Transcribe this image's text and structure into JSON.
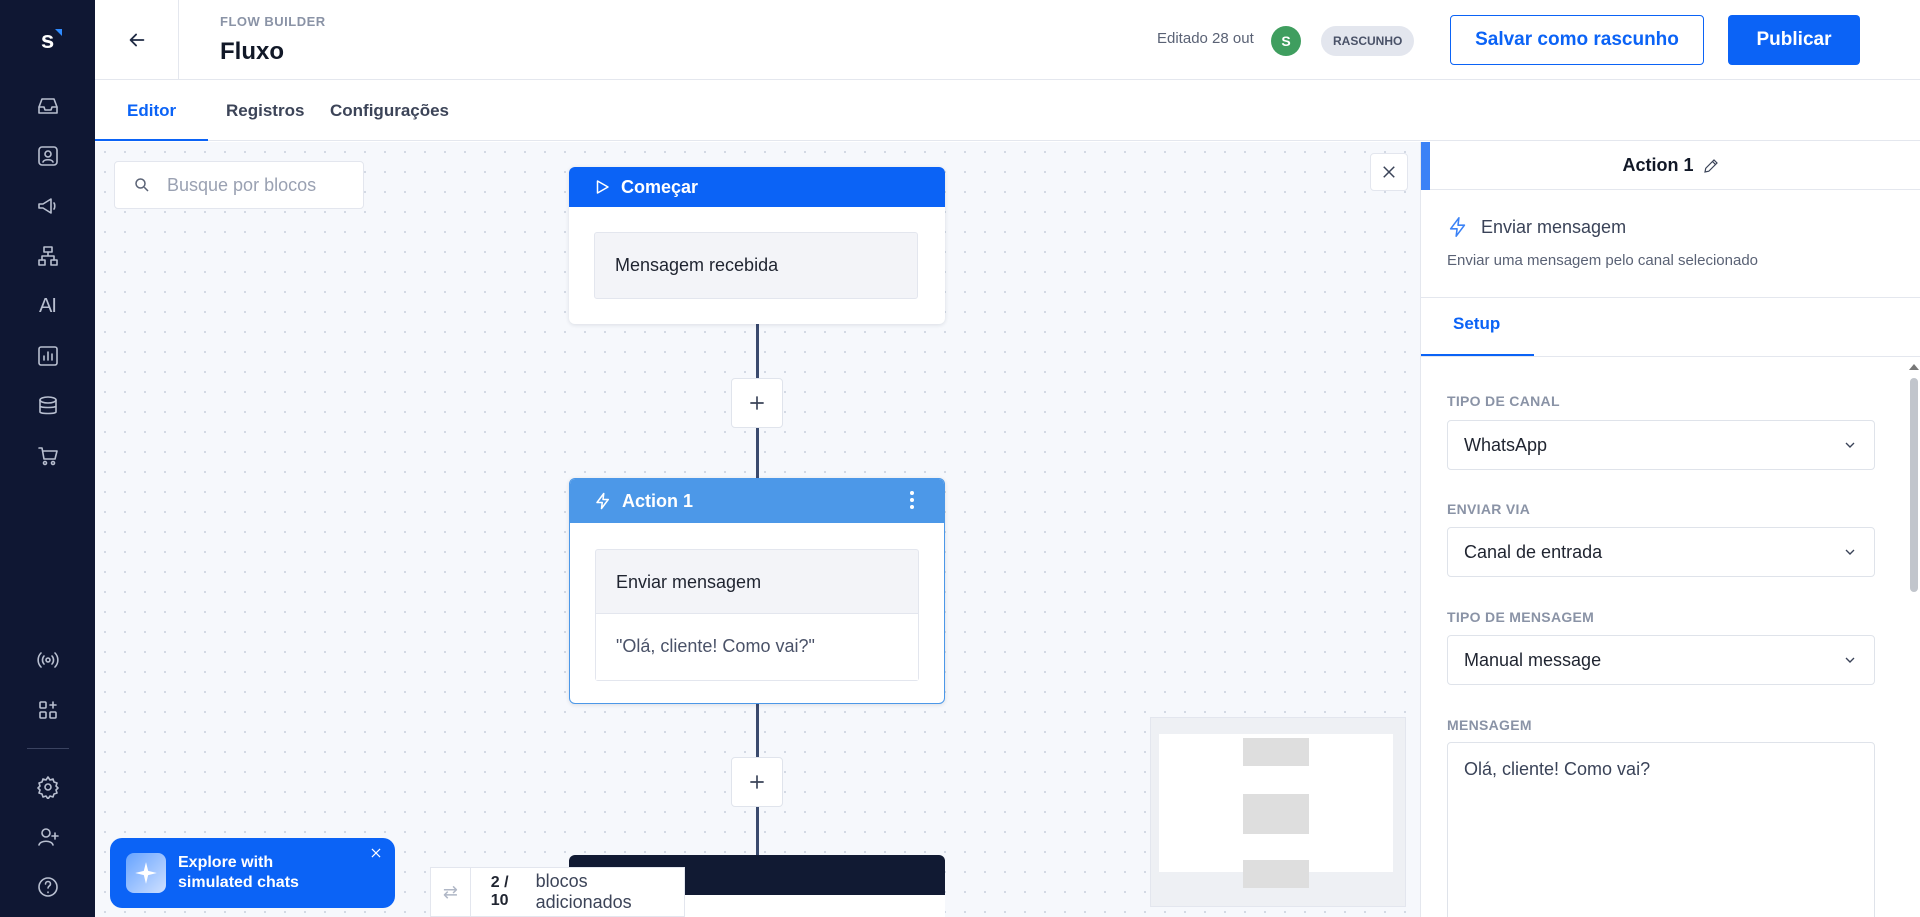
{
  "header": {
    "overline": "FLOW BUILDER",
    "title": "Fluxo",
    "edited": "Editado 28 out",
    "avatar_initial": "S",
    "status_badge": "RASCUNHO",
    "save_draft_label": "Salvar como rascunho",
    "publish_label": "Publicar"
  },
  "tabs": [
    {
      "label": "Editor",
      "active": true
    },
    {
      "label": "Registros",
      "active": false
    },
    {
      "label": "Configurações",
      "active": false
    }
  ],
  "sidebar": {
    "logo": "s",
    "items": [
      "inbox-icon",
      "contacts-icon",
      "campaigns-icon",
      "flows-icon",
      "ai-icon",
      "reports-icon",
      "database-icon",
      "cart-icon"
    ],
    "ai_label": "AI",
    "bottom_items": [
      "broadcast-icon",
      "apps-icon",
      "settings-icon",
      "add-user-icon",
      "help-icon"
    ]
  },
  "canvas": {
    "search_placeholder": "Busque por blocos",
    "start_node": {
      "title": "Começar",
      "trigger": "Mensagem recebida"
    },
    "action_node": {
      "title": "Action 1",
      "action": "Enviar mensagem",
      "message": "\"Olá, cliente! Como vai?\""
    },
    "counter": {
      "current": "2",
      "total": "10",
      "label": "blocos adicionados"
    },
    "explore_banner": "Explore with simulated chats"
  },
  "panel": {
    "title": "Action 1",
    "action_name": "Enviar mensagem",
    "action_description": "Enviar uma mensagem pelo canal selecionado",
    "tab_setup": "Setup",
    "fields": {
      "channel_type_label": "TIPO DE CANAL",
      "channel_type_value": "WhatsApp",
      "send_via_label": "ENVIAR VIA",
      "send_via_value": "Canal de entrada",
      "message_type_label": "TIPO DE MENSAGEM",
      "message_type_value": "Manual message",
      "message_label": "MENSAGEM",
      "message_value": "Olá, cliente! Como vai?"
    }
  },
  "colors": {
    "sidebar_bg": "#0f1733",
    "primary": "#0b63f6",
    "action_node_header": "#4c98e8",
    "start_node_header": "#0b63f6"
  }
}
